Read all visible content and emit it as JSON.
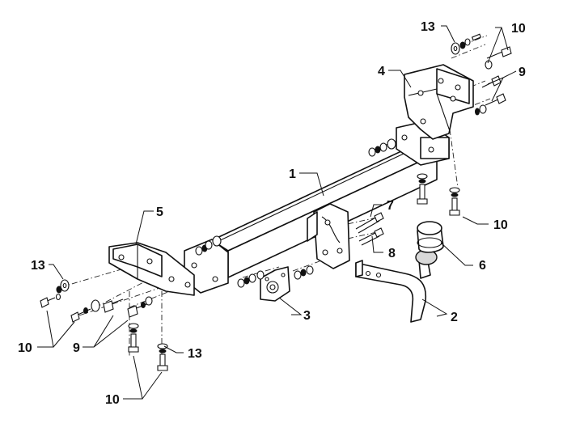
{
  "diagram": {
    "callouts": [
      {
        "id": "c1",
        "label": "1"
      },
      {
        "id": "c2",
        "label": "2"
      },
      {
        "id": "c3",
        "label": "3"
      },
      {
        "id": "c4",
        "label": "4"
      },
      {
        "id": "c5",
        "label": "5"
      },
      {
        "id": "c6",
        "label": "6"
      },
      {
        "id": "c7",
        "label": "7"
      },
      {
        "id": "c8",
        "label": "8"
      },
      {
        "id": "c9a",
        "label": "9"
      },
      {
        "id": "c9b",
        "label": "9"
      },
      {
        "id": "c10a",
        "label": "10"
      },
      {
        "id": "c10b",
        "label": "10"
      },
      {
        "id": "c10c",
        "label": "10"
      },
      {
        "id": "c10d",
        "label": "10"
      },
      {
        "id": "c13a",
        "label": "13"
      },
      {
        "id": "c13b",
        "label": "13"
      },
      {
        "id": "c13c",
        "label": "13"
      }
    ]
  }
}
